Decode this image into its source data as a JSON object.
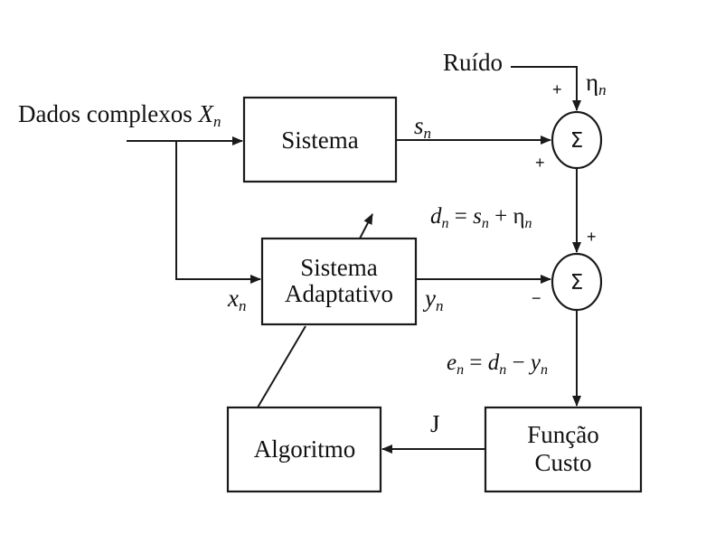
{
  "labels": {
    "noise": "Ruído",
    "noise_symbol": "η",
    "noise_sub": "n",
    "input_text": "Dados complexos ",
    "input_var": "X",
    "input_sub": "n",
    "sistema": "Sistema",
    "sistema_adaptativo_line1": "Sistema",
    "sistema_adaptativo_line2": "Adaptativo",
    "algoritmo": "Algoritmo",
    "funcao_custo_line1": "Função",
    "funcao_custo_line2": "Custo",
    "s_var": "s",
    "s_sub": "n",
    "x_var": "x",
    "x_sub": "n",
    "y_var": "y",
    "y_sub": "n",
    "d_eq": {
      "a": "d",
      "a_sub": "n",
      "eq": " = ",
      "b": "s",
      "b_sub": "n",
      "op": " + ",
      "c": "η",
      "c_sub": "n"
    },
    "e_eq": {
      "a": "e",
      "a_sub": "n",
      "eq": " = ",
      "b": "d",
      "b_sub": "n",
      "op": " − ",
      "c": "y",
      "c_sub": "n"
    },
    "j_label": "J",
    "sum_symbol": "Σ",
    "plus": "+",
    "minus": "−"
  },
  "colors": {
    "stroke": "#1a1a1a",
    "text": "#111111",
    "background": "#ffffff"
  },
  "icons": {
    "summing_junction": "sigma-circle",
    "arrowhead": "filled-triangle"
  }
}
